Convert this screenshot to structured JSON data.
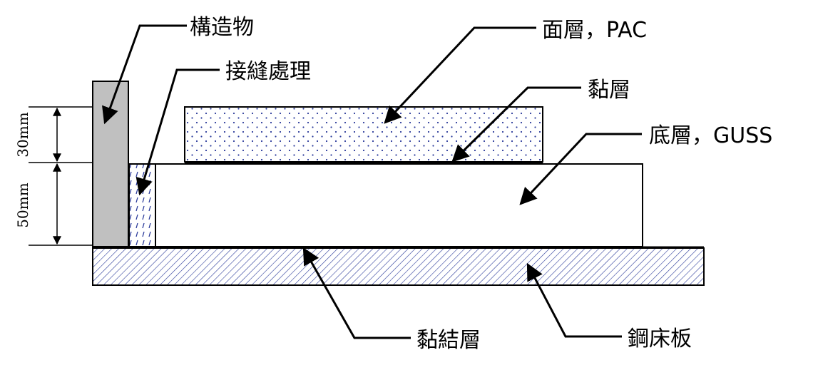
{
  "labels": {
    "structure": "構造物",
    "joint_treatment": "接縫處理",
    "surface_layer": "面層，PAC",
    "tack_coat": "黏層",
    "base_layer": "底層，GUSS",
    "bonding_layer": "黏結層",
    "steel_deck": "鋼床板"
  },
  "dimensions": {
    "upper": "30mm",
    "lower": "50mm"
  },
  "colors": {
    "structure_fill": "#c0c0c0",
    "pattern_blue": "#2a3a9a",
    "line": "#000000"
  }
}
